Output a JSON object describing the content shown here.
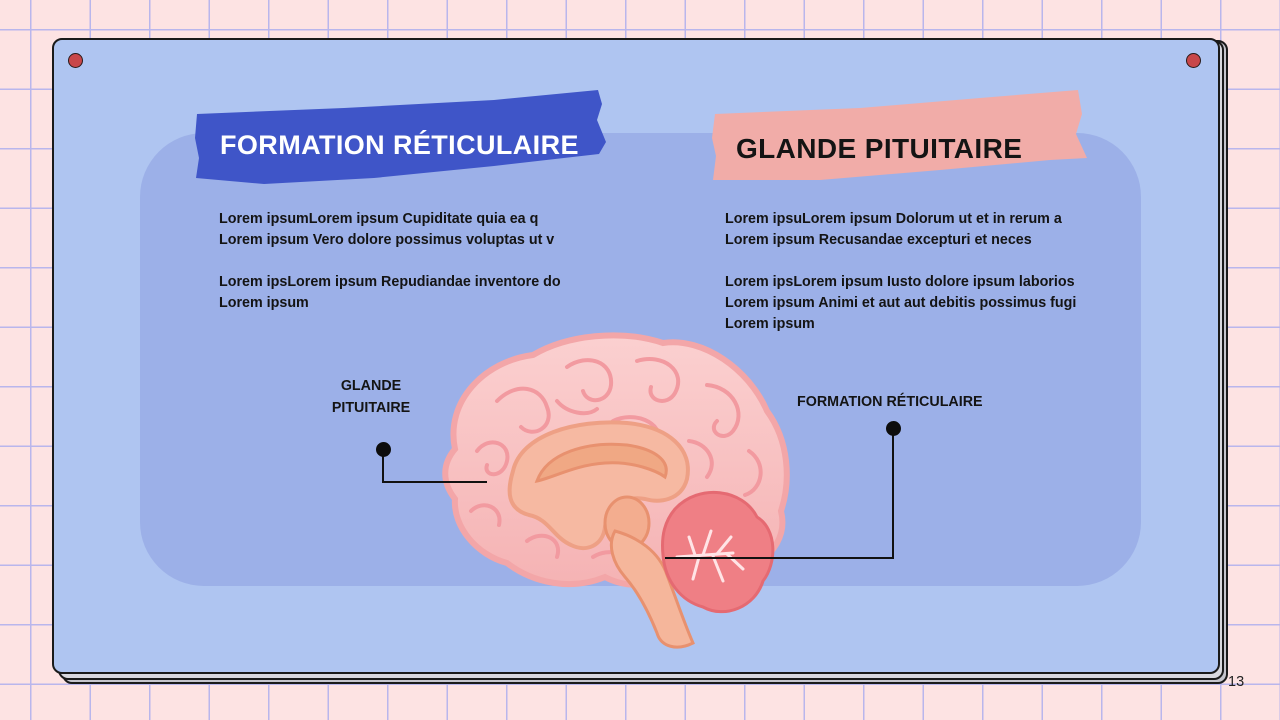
{
  "slide": {
    "page_number": "13",
    "colors": {
      "background": "#fde3e3",
      "grid": "#b9b6ec",
      "card": "#afc5f1",
      "panel": "#9cb0e8",
      "blue_banner": "#3f55c8",
      "pink_banner": "#f1aca8",
      "pin": "#c8474a"
    }
  },
  "left_column": {
    "heading": "FORMATION RÉTICULAIRE",
    "paragraph_1": [
      "Lorem ipsumLorem ipsum Cupiditate quia ea q",
      "Lorem ipsum Vero dolore possimus voluptas ut v"
    ],
    "paragraph_2": [
      "Lorem ipsLorem ipsum Repudiandae inventore do",
      "Lorem ipsum"
    ]
  },
  "right_column": {
    "heading": "GLANDE PITUITAIRE",
    "paragraph_1": [
      "Lorem ipsuLorem ipsum Dolorum ut et in rerum a",
      "Lorem ipsum Recusandae excepturi et neces"
    ],
    "paragraph_2": [
      "Lorem ipsLorem ipsum Iusto dolore ipsum laborios",
      "Lorem ipsum Animi et aut aut debitis possimus fugi",
      "Lorem ipsum"
    ]
  },
  "diagram": {
    "label_left": [
      "GLANDE",
      "PITUITAIRE"
    ],
    "label_right": "FORMATION RÉTICULAIRE",
    "image_icon": "brain-sagittal-illustration"
  }
}
